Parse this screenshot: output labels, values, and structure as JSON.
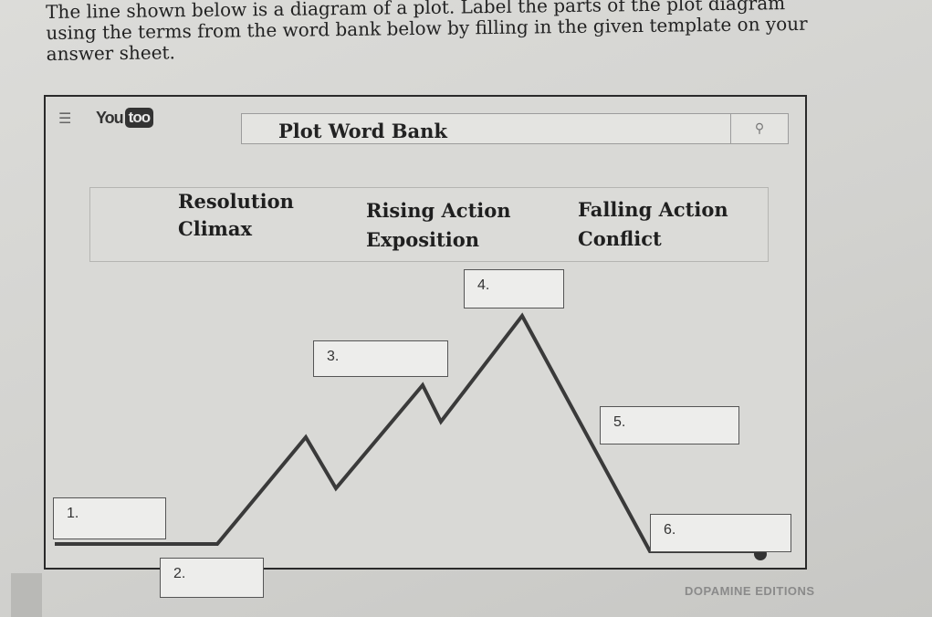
{
  "instructions": {
    "line1": "The line shown below is a diagram of a plot. Label the parts of the plot diagram",
    "line2": "using the terms from the word bank below by filling in the given template on your",
    "line3": "answer sheet."
  },
  "header": {
    "menu_icon": "☰",
    "logo_prefix": "You",
    "logo_box": "too",
    "title": "Plot Word Bank",
    "search_icon": "⚲"
  },
  "word_bank": {
    "col1": [
      "Resolution",
      "Climax"
    ],
    "col2": [
      "Rising Action",
      "Exposition"
    ],
    "col3": [
      "Falling Action",
      "Conflict"
    ]
  },
  "labels": [
    "1.",
    "2.",
    "3.",
    "4.",
    "5.",
    "6."
  ],
  "footer": {
    "brand": "DOPAMINE EDITIONS"
  }
}
